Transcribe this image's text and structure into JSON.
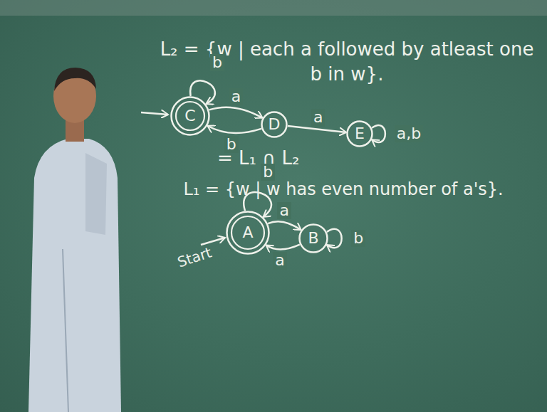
{
  "diagram": {
    "nodes": [
      {
        "text": [
          "C"
        ]
      },
      {
        "text": [
          "D"
        ]
      },
      {
        "text": [
          "E"
        ]
      },
      {
        "text": [
          "A"
        ]
      },
      {
        "text": [
          "B"
        ]
      }
    ],
    "edges": [
      {
        "from": 0,
        "to": 0,
        "label": "b",
        "arrow": "to"
      },
      {
        "from": 0,
        "to": 1,
        "label": "a",
        "arrow": "to"
      },
      {
        "from": 1,
        "to": 0,
        "label": "b",
        "arrow": "to"
      },
      {
        "from": 1,
        "to": 2,
        "label": "a",
        "arrow": "to"
      },
      {
        "from": 2,
        "to": 2,
        "label": "a,b",
        "arrow": "to"
      },
      {
        "from": 3,
        "to": 3,
        "label": "b",
        "arrow": "to"
      },
      {
        "from": 3,
        "to": 4,
        "label": "a",
        "arrow": "to"
      },
      {
        "from": 4,
        "to": 3,
        "label": "a",
        "arrow": "to"
      },
      {
        "from": 4,
        "to": 4,
        "label": "b",
        "arrow": "to"
      }
    ],
    "labels": [
      "L₂ = {w | each a followed by atleast one b in w}.",
      "= L₁ ∩ L₂",
      "L₁ = {w | w has even number of a's}.",
      "Start"
    ]
  }
}
